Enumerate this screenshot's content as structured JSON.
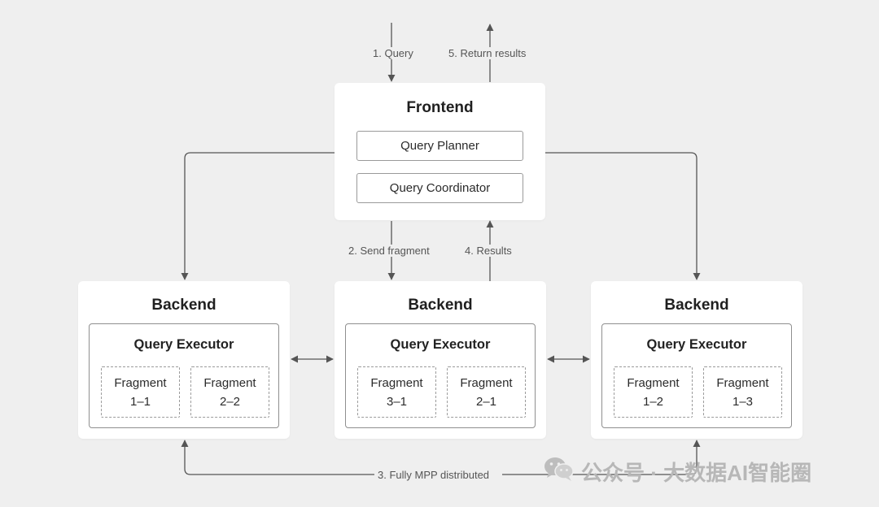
{
  "frontend": {
    "title": "Frontend",
    "components": [
      "Query Planner",
      "Query Coordinator"
    ]
  },
  "backends": [
    {
      "title": "Backend",
      "executor": "Query Executor",
      "fragments": [
        {
          "name": "Fragment",
          "id": "1–1"
        },
        {
          "name": "Fragment",
          "id": "2–2"
        }
      ]
    },
    {
      "title": "Backend",
      "executor": "Query Executor",
      "fragments": [
        {
          "name": "Fragment",
          "id": "3–1"
        },
        {
          "name": "Fragment",
          "id": "2–1"
        }
      ]
    },
    {
      "title": "Backend",
      "executor": "Query Executor",
      "fragments": [
        {
          "name": "Fragment",
          "id": "1–2"
        },
        {
          "name": "Fragment",
          "id": "1–3"
        }
      ]
    }
  ],
  "flow_labels": {
    "query": "1. Query",
    "send_fragment": "2. Send fragment",
    "mpp": "3. Fully MPP distributed",
    "results": "4. Results",
    "return_results": "5. Return results"
  },
  "watermark": {
    "icon": "wechat-icon",
    "text": "公众号 · 大数据AI智能圈"
  }
}
